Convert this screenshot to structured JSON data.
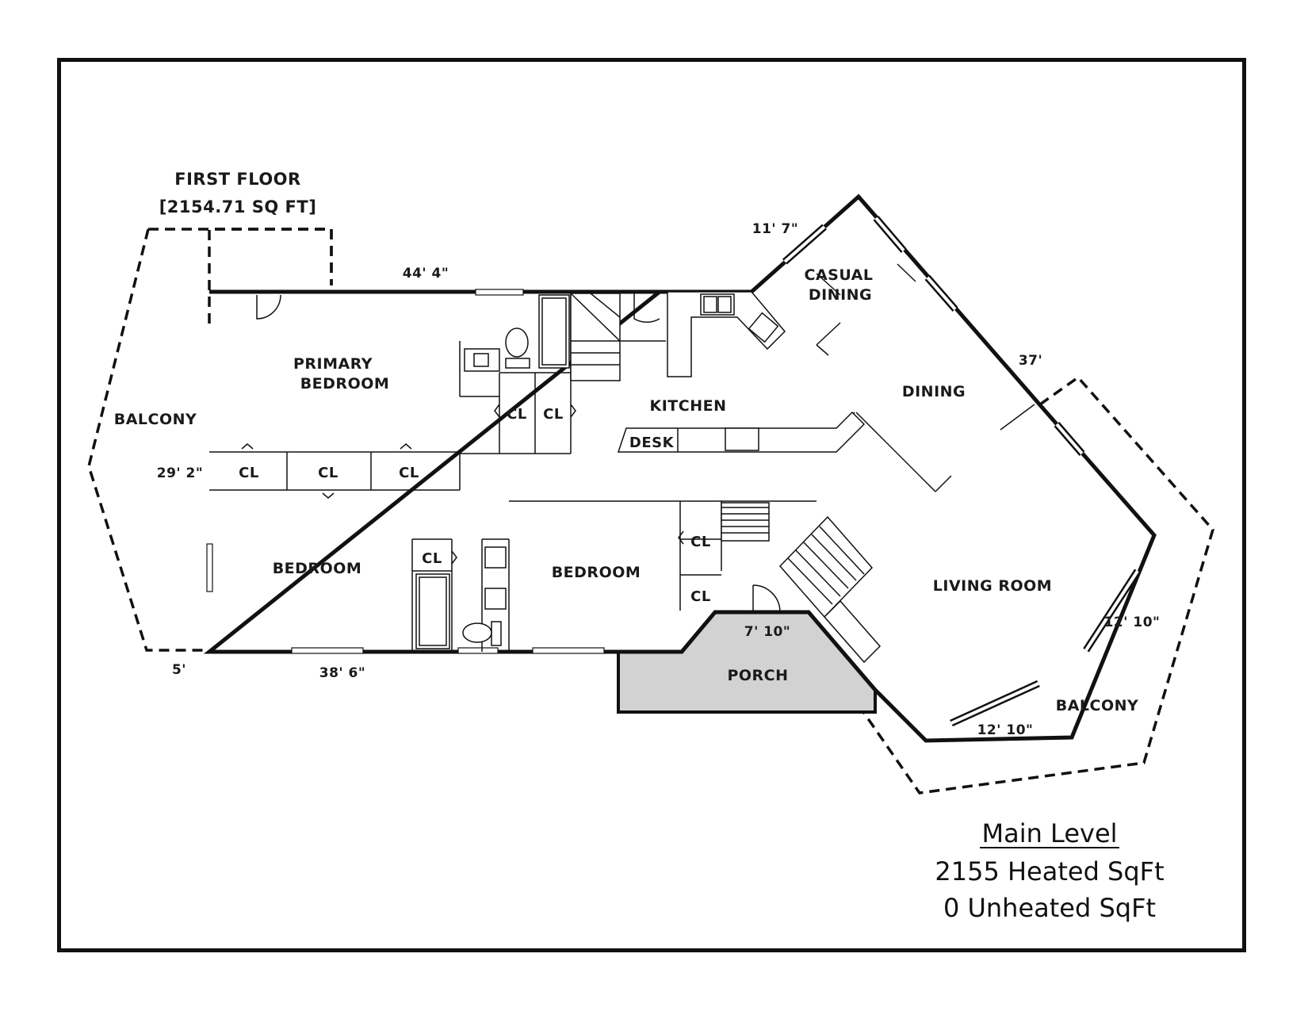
{
  "header": {
    "title": "FIRST FLOOR",
    "area": "[2154.71 SQ FT]"
  },
  "rooms": {
    "primary_bedroom": [
      "PRIMARY",
      "BEDROOM"
    ],
    "bedroom_left": "BEDROOM",
    "bedroom_center": "BEDROOM",
    "kitchen": "KITCHEN",
    "casual_dining": [
      "CASUAL",
      "DINING"
    ],
    "dining": "DINING",
    "living_room": "LIVING ROOM",
    "porch": "PORCH",
    "balcony_left": "BALCONY",
    "balcony_right": "BALCONY",
    "desk": "DESK",
    "closet": "CL"
  },
  "dimensions": {
    "top_wall": "44' 4\"",
    "left_wall": "29' 2\"",
    "bottom_wall": "38' 6\"",
    "balcony_depth": "5'",
    "casual_dining_wall": "11' 7\"",
    "dining_wall": "37'",
    "porch_wall": "7' 10\"",
    "living_right_wall": "12' 10\"",
    "living_bottom_wall": "12' 10\""
  },
  "summary": {
    "level": "Main Level",
    "heated": "2155 Heated SqFt",
    "unheated": "0 Unheated SqFt"
  },
  "colors": {
    "porch_fill": "#d2d2d2",
    "line": "#111111",
    "background": "#ffffff"
  }
}
